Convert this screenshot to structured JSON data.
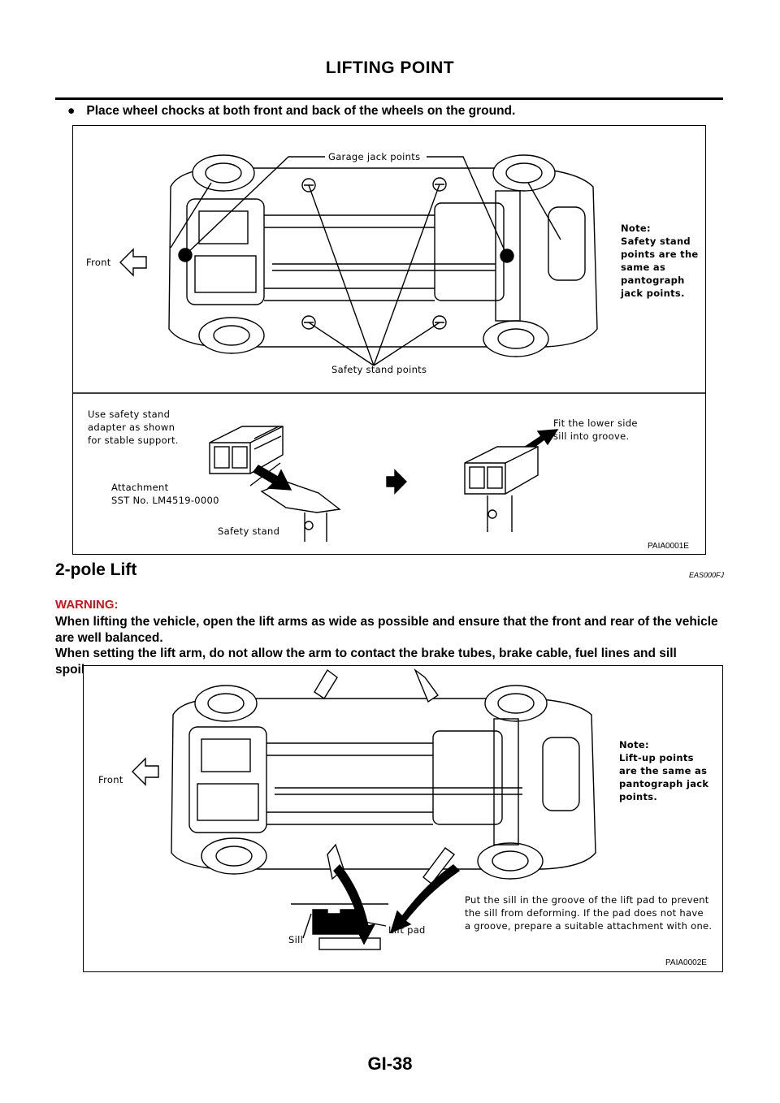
{
  "header": {
    "title": "LIFTING POINT"
  },
  "intro": {
    "bullet": "●",
    "text": "Place wheel chocks at both front and back of the wheels on the ground."
  },
  "figure1": {
    "garage_jack": "Garage jack points",
    "front": "Front",
    "note": "Note:\nSafety stand\npoints are the\nsame as\npantograph\njack points.",
    "safety_points": "Safety stand points",
    "use_adapter": "Use safety stand\nadapter as shown\nfor stable support.",
    "attachment": "Attachment\nSST No. LM4519-0000",
    "safety_stand": "Safety stand",
    "fit_sill": "Fit the lower side\nsill into groove.",
    "id": "PAIA0001E"
  },
  "section": {
    "title": "2-pole Lift",
    "code": "EAS000FJ"
  },
  "warning": {
    "label": "WARNING:",
    "p1": "When lifting the vehicle, open the lift arms as wide as possible and ensure that the front and rear of the vehicle are well balanced.",
    "p2": "When setting the lift arm, do not allow the arm to contact the brake tubes, brake cable, fuel lines and sill spoiler."
  },
  "figure2": {
    "front": "Front",
    "note": "Note:\nLift-up points\nare the same as\npantograph jack\npoints.",
    "sill_text": "Put the sill in the groove of the lift pad to prevent\nthe sill from deforming. If the pad does not have\na groove, prepare a suitable attachment with one.",
    "sill": "Sill",
    "lift_pad": "Lift pad",
    "id": "PAIA0002E"
  },
  "footer": {
    "page": "GI-38"
  }
}
